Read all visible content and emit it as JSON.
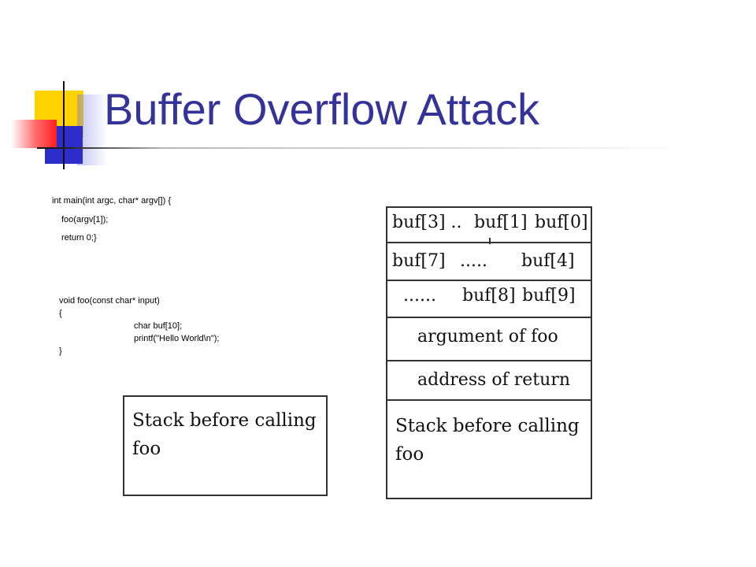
{
  "slide": {
    "title": "Buffer Overflow Attack"
  },
  "code": {
    "main_lines": [
      "int main(int argc, char* argv[]) {",
      "foo(argv[1]);",
      "return 0;}"
    ],
    "foo_lines": [
      "void foo(const char* input)",
      "{",
      "char buf[10];",
      "printf(\"Hello World\\n\");",
      "}"
    ]
  },
  "stack_before_box": {
    "label": "Stack before calling foo"
  },
  "stack_diagram": {
    "row1": {
      "left": "buf[3] ..",
      "mid": "buf[1]",
      "right": "buf[0]"
    },
    "row2": {
      "left": "buf[7]",
      "mid": ".....",
      "right": "buf[4]"
    },
    "row3": {
      "left": "......",
      "mid": "buf[8]",
      "right": "buf[9]"
    },
    "row4": "argument of foo",
    "row5": "address of return",
    "row6": "Stack before calling foo"
  },
  "colors": {
    "title": "#333399",
    "accent_yellow": "#ffd200",
    "accent_blue": "#2d2dcc",
    "accent_red": "#ff2020"
  }
}
